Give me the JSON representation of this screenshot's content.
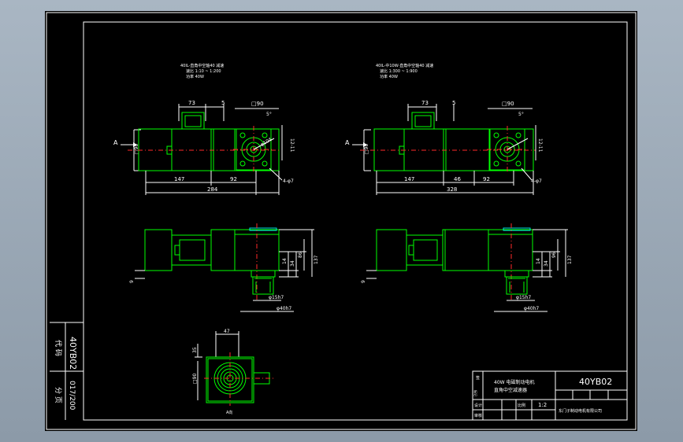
{
  "colors": {
    "background": "#000000",
    "outline": "#00ff00",
    "dimension": "#ffffff",
    "centerline": "#ff2a2a",
    "hatch": "#00e5e5"
  },
  "notes": {
    "left_line1": "40IL-直角中空轴40 减速",
    "left_line2": "速比 1:10 ~ 1:200",
    "left_line3": "功率 40W",
    "right_line1": "40IL-中10W-直角中空轴40 减速",
    "right_line2": "速比 1:300 ~ 1:900",
    "right_line3": "功率 40W"
  },
  "dims": {
    "d73": "73",
    "d5": "5",
    "box90": "□90",
    "d147": "147",
    "d92": "92",
    "d284": "284",
    "d46": "46",
    "d328": "328",
    "angle": "5°",
    "holes": "4-φ7",
    "d104": "φ104",
    "d1211": "12-11",
    "arrow_a": "A",
    "d9": "9",
    "d14": "14",
    "d34": "34",
    "d86": "86",
    "d137": "137",
    "d96": "96",
    "phi15": "φ15h7",
    "phi40": "φ40h7",
    "d47": "47",
    "d35": "35",
    "view_label": "A向"
  },
  "side_block": {
    "code_label": "代 码",
    "drawing_no": "40YB02",
    "scale_label": "分 页",
    "sheet": "017/200"
  },
  "title_block": {
    "description_line1": "40W 电磁制动电机",
    "description_line2": "直角中空减速器",
    "drawing_no": "40YB02",
    "designer_label": "设计",
    "checker_label": "审核",
    "scale_label": "比例",
    "scale_value": "1:2",
    "company": "东门子制动电机有限公司",
    "mark1": "签",
    "mark2": "标记"
  }
}
